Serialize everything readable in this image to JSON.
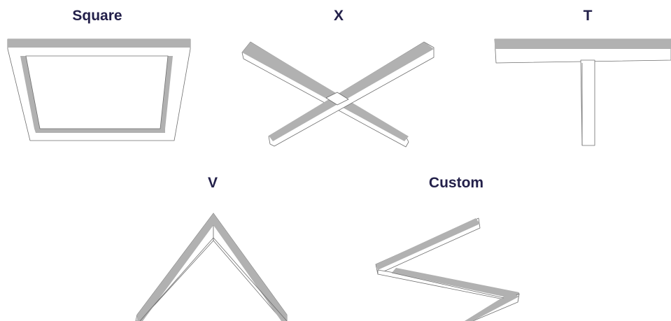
{
  "shapes": [
    {
      "id": "square",
      "label": "Square"
    },
    {
      "id": "x",
      "label": "X"
    },
    {
      "id": "t",
      "label": "T"
    },
    {
      "id": "v",
      "label": "V"
    },
    {
      "id": "custom",
      "label": "Custom"
    }
  ],
  "colors": {
    "label": "#23204a",
    "top_face": "#b1b1b1",
    "edge": "#6e6e6e",
    "background": "#ffffff"
  }
}
